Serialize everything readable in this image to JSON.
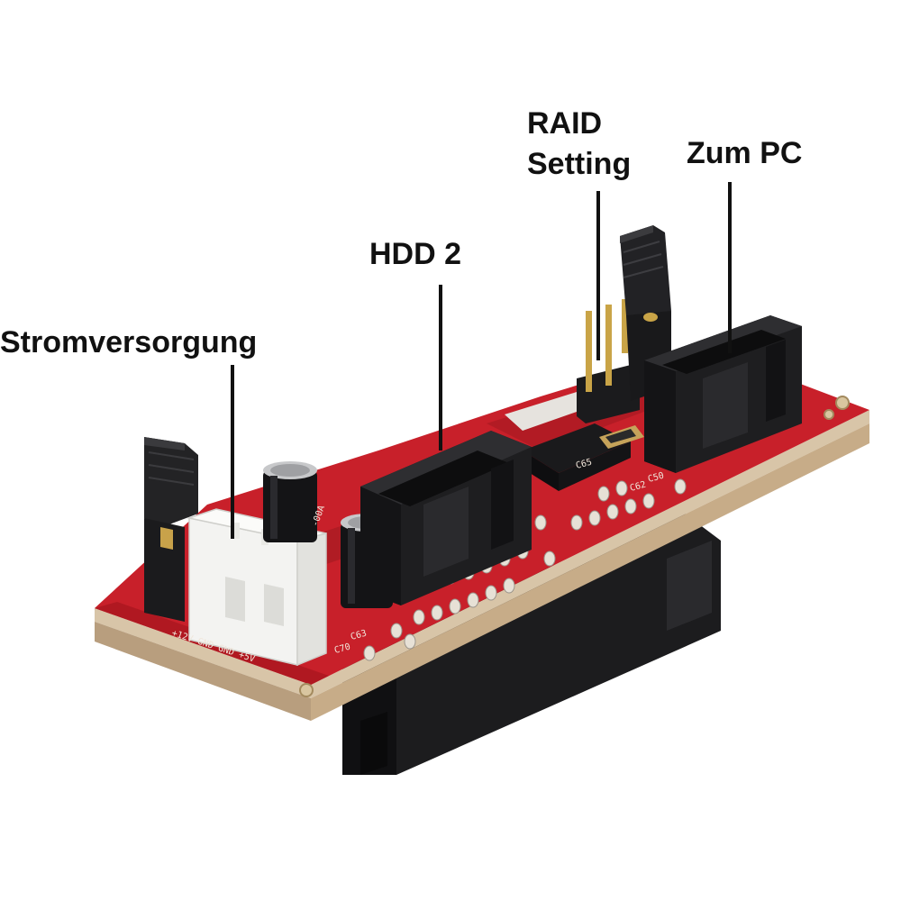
{
  "labels": {
    "power_supply": "Stromversorgung",
    "hdd2": "HDD 2",
    "raid_line1": "RAID",
    "raid_line2": "Setting",
    "to_pc": "Zum PC"
  },
  "pcb_silkscreen": {
    "power_pins": "+12V GND GND +5V",
    "board_id": "-00A",
    "parts": [
      "C63",
      "C70",
      "C50",
      "C65",
      "C62"
    ]
  },
  "colors": {
    "pcb": "#c8202a",
    "pcb_dark": "#8e1219",
    "pcb_edge": "#d8c5a8",
    "connector": "#1e1e20",
    "white_connector": "#f3f3f1",
    "leader_line": "#111111"
  }
}
